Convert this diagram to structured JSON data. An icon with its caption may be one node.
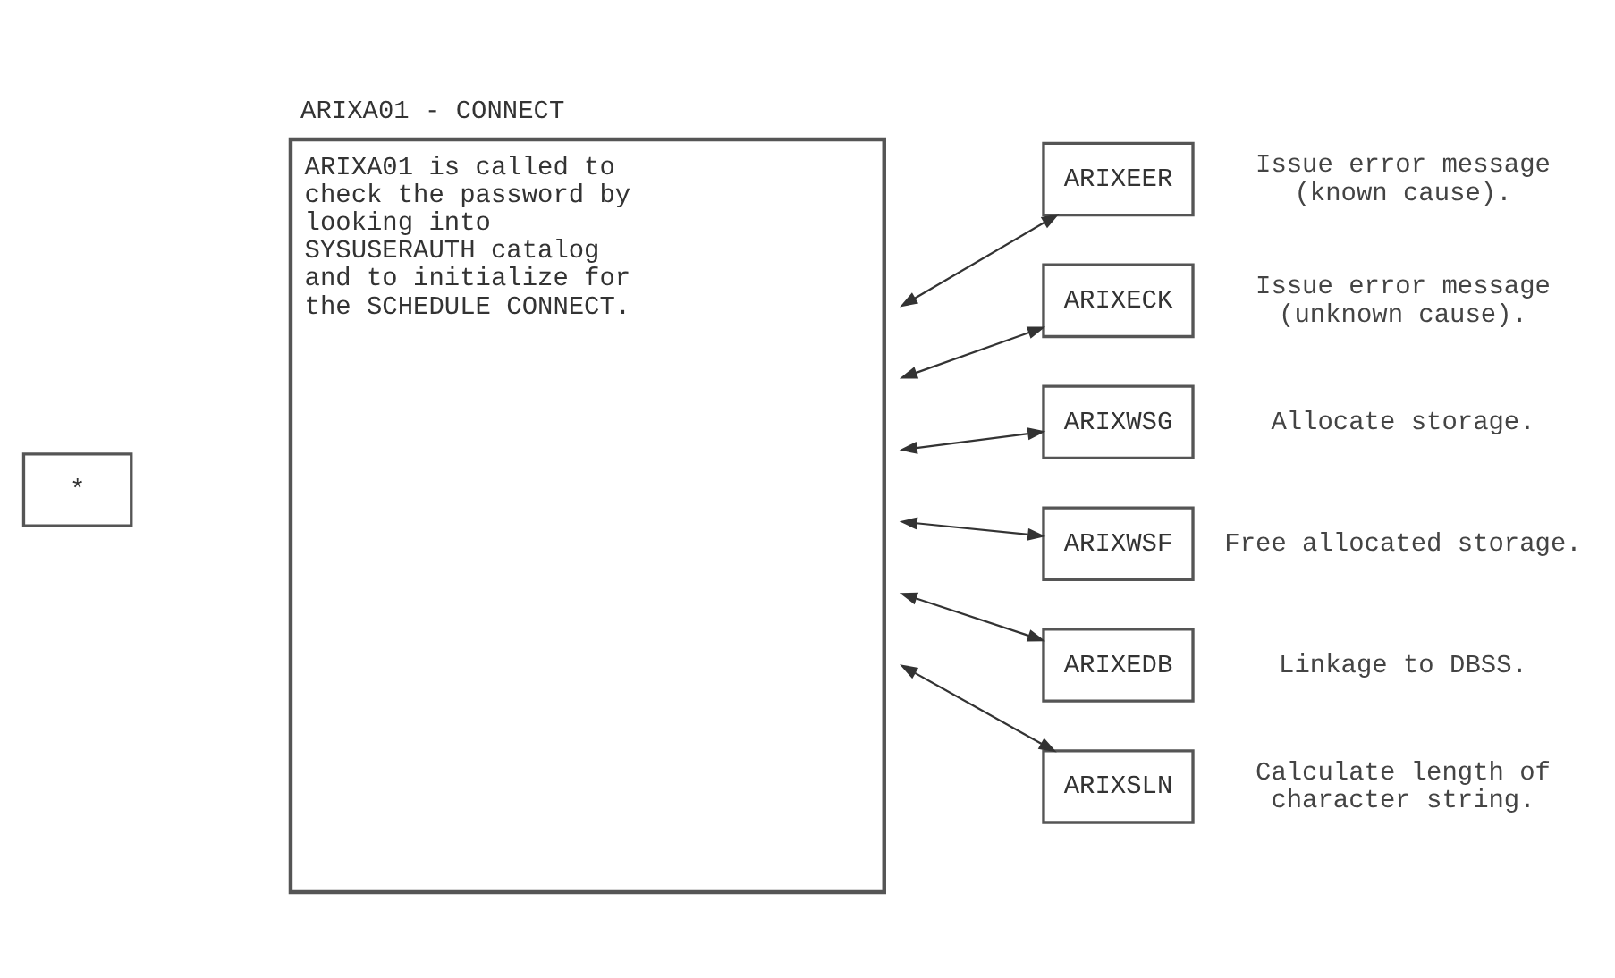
{
  "diagram": {
    "nodes": [
      {
        "text": [
          "*"
        ]
      },
      {
        "text": [
          "ARIXA01 - CONNECT",
          "ARIXA01 is called to check the password by looking into SYSUSERAUTH catalog and to initialize for the SCHEDULE CONNECT."
        ]
      },
      {
        "text": [
          "ARIXEER"
        ],
        "beside": [
          "Issue error message (known cause)."
        ]
      },
      {
        "text": [
          "ARIXECK"
        ],
        "beside": [
          "Issue error message (unknown cause)."
        ]
      },
      {
        "text": [
          "ARIXWSG"
        ],
        "beside": [
          "Allocate storage."
        ]
      },
      {
        "text": [
          "ARIXWSF"
        ],
        "beside": [
          "Free allocated storage."
        ]
      },
      {
        "text": [
          "ARIXEDB"
        ],
        "beside": [
          "Linkage to DBSS."
        ]
      },
      {
        "text": [
          "ARIXSLN"
        ],
        "beside": [
          "Calculate length of character string."
        ]
      }
    ],
    "edges": [
      {
        "from": 1,
        "to": 2,
        "arrow": "both"
      },
      {
        "from": 1,
        "to": 3,
        "arrow": "both"
      },
      {
        "from": 1,
        "to": 4,
        "arrow": "both"
      },
      {
        "from": 1,
        "to": 5,
        "arrow": "both"
      },
      {
        "from": 1,
        "to": 6,
        "arrow": "both"
      },
      {
        "from": 1,
        "to": 7,
        "arrow": "both"
      }
    ]
  }
}
